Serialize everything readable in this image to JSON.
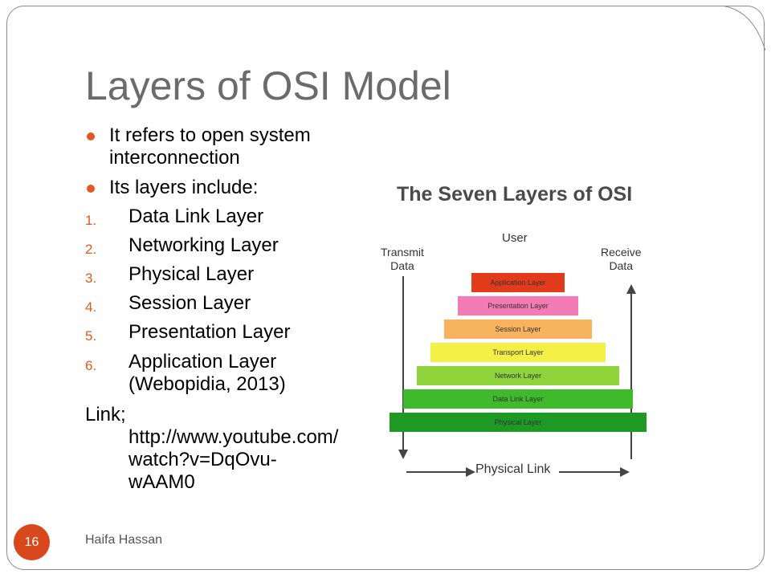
{
  "slide": {
    "title": "Layers of OSI Model",
    "bullets": [
      "It refers to open system interconnection",
      "Its layers include:"
    ],
    "numbered": [
      {
        "n": "1.",
        "text": "Data Link Layer"
      },
      {
        "n": "2.",
        "text": "Networking Layer"
      },
      {
        "n": "3.",
        "text": "Physical Layer"
      },
      {
        "n": "4.",
        "text": "Session Layer"
      },
      {
        "n": "5.",
        "text": "Presentation Layer"
      },
      {
        "n": "6.",
        "text": "Application Layer (Webopidia, 2013)"
      }
    ],
    "link_label": "Link;",
    "link_url": "http://www.youtube.com/\nwatch?v=DqOvu-\nwAAM0",
    "page_number": "16",
    "author": "Haifa Hassan",
    "accent_color": "#d9481c"
  },
  "diagram": {
    "title": "The Seven Layers of OSI",
    "user": "User",
    "transmit": "Transmit\nData",
    "receive": "Receive\nData",
    "physical_link": "Physical Link",
    "layers": [
      {
        "label": "Application Layer",
        "color": "#e23b1c"
      },
      {
        "label": "Presentation Layer",
        "color": "#f37ab4"
      },
      {
        "label": "Session Layer",
        "color": "#f7b35e"
      },
      {
        "label": "Transport Layer",
        "color": "#f4f046"
      },
      {
        "label": "Network Layer",
        "color": "#8fd43a"
      },
      {
        "label": "Data Link Layer",
        "color": "#3fba2a"
      },
      {
        "label": "Physical Layer",
        "color": "#1e9a24"
      }
    ]
  }
}
